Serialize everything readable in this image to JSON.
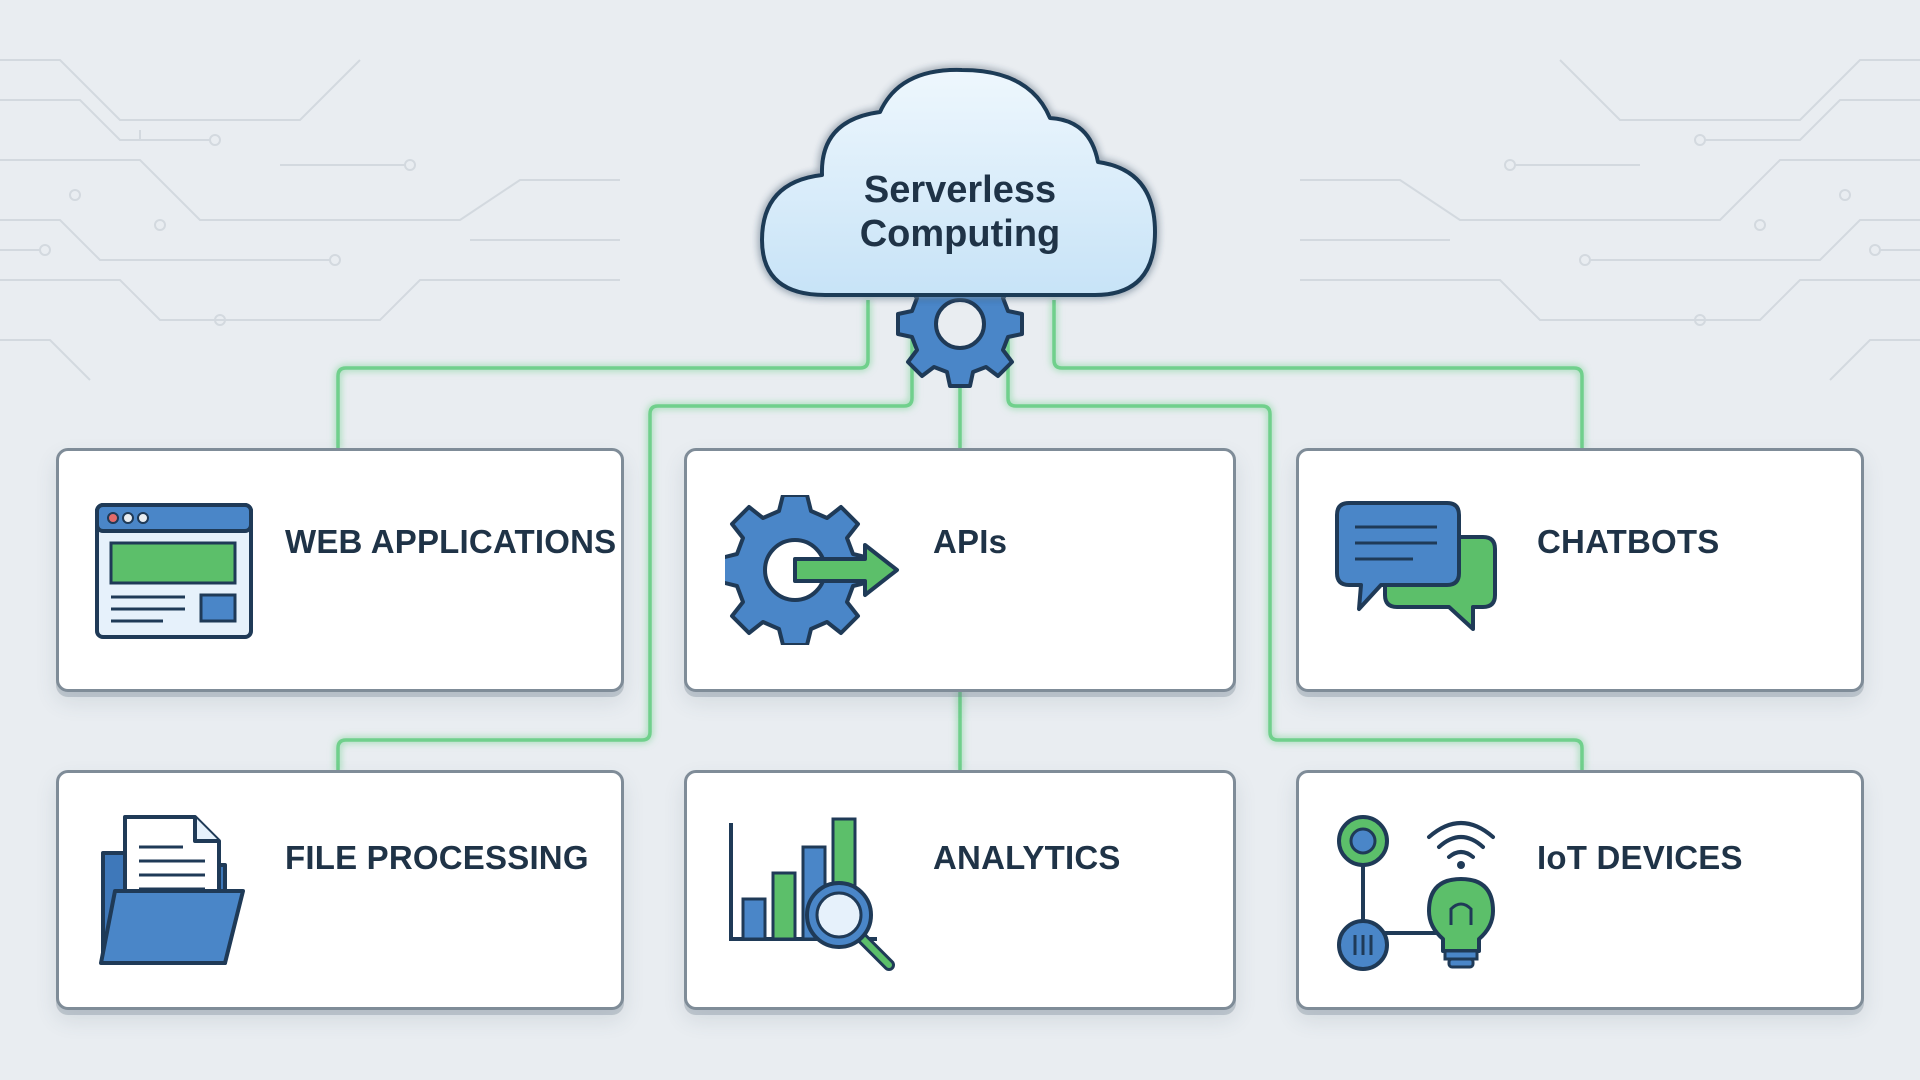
{
  "hub": {
    "title_line1": "Serverless",
    "title_line2": "Computing",
    "icons": [
      "cloud-icon",
      "gear-icon"
    ]
  },
  "cards": [
    {
      "id": "web-applications",
      "label": "WEB APPLICATIONS",
      "icon": "browser-window-icon"
    },
    {
      "id": "apis",
      "label": "APIs",
      "icon": "gear-arrow-icon"
    },
    {
      "id": "chatbots",
      "label": "CHATBOTS",
      "icon": "chat-bubbles-icon"
    },
    {
      "id": "file-processing",
      "label": "FILE PROCESSING",
      "icon": "folder-document-icon"
    },
    {
      "id": "analytics",
      "label": "ANALYTICS",
      "icon": "bar-chart-magnifier-icon"
    },
    {
      "id": "iot-devices",
      "label": "IoT DEVICES",
      "icon": "iot-lightbulb-icon"
    }
  ],
  "colors": {
    "background": "#e9edf1",
    "connector": "#6fd08c",
    "icon_blue": "#4a86c8",
    "icon_green": "#5cbf6a",
    "outline": "#1f3a57",
    "cloud_fill": "#d4ebfa",
    "text": "#1f3347"
  }
}
